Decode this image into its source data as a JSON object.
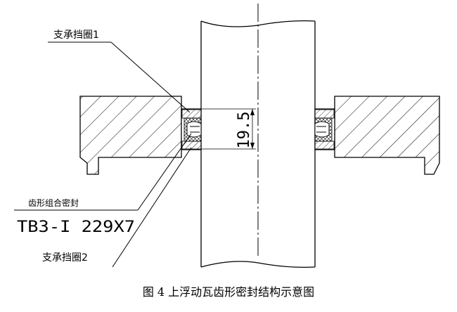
{
  "labels": {
    "support_ring_1": "支承挡圈1",
    "tooth_seal": "齿形组合密封",
    "model": "TB3-I 229X7",
    "support_ring_2": "支承挡圈2",
    "dimension": "19.5"
  },
  "caption": "图 4 上浮动瓦齿形密封结构示意图"
}
